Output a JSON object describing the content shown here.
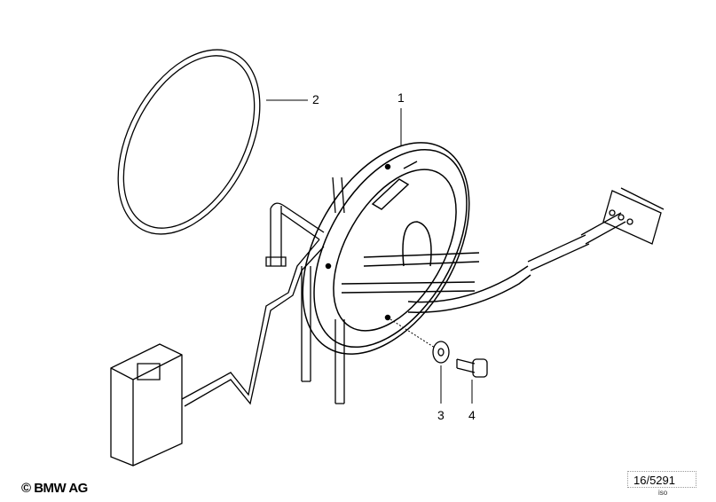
{
  "diagram": {
    "callouts": [
      {
        "number": "1",
        "part": "fuel-level-sensor-flange"
      },
      {
        "number": "2",
        "part": "sealing-ring"
      },
      {
        "number": "3",
        "part": "washer"
      },
      {
        "number": "4",
        "part": "screw"
      }
    ],
    "copyright": "© BMW AG",
    "reference": "16/5291",
    "view": "iso"
  }
}
